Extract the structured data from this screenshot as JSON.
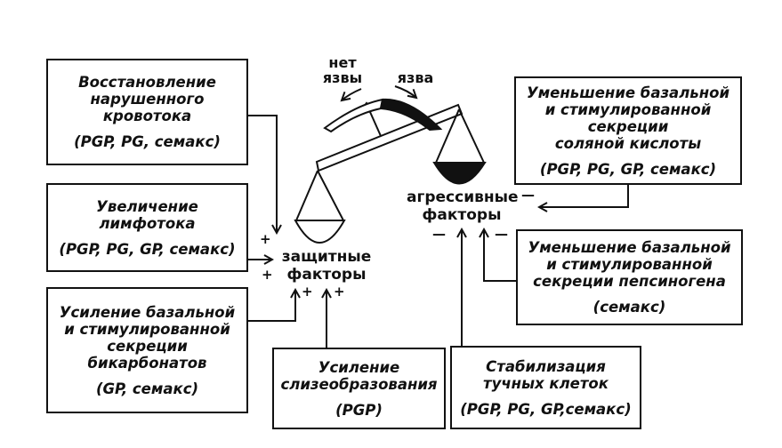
{
  "scale": {
    "left_label": [
      "нет",
      "язвы"
    ],
    "right_label": "язва"
  },
  "centers": {
    "defensive": [
      "защитные",
      "факторы"
    ],
    "aggressive": [
      "агрессивные",
      "факторы"
    ]
  },
  "signs": {
    "plus": "+",
    "minus": "—"
  },
  "boxes": {
    "blood_flow": {
      "lines": [
        "Восстановление",
        "нарушенного",
        "кровотока"
      ],
      "refs": "(PGP, PG, семакс)",
      "effect": "+"
    },
    "lymph_flow": {
      "lines": [
        "Увеличение",
        "лимфотока"
      ],
      "refs": "(PGP, PG, GP, семакс)",
      "effect": "+"
    },
    "bicarbonate": {
      "lines": [
        "Усиление базальной",
        "и стимулированной",
        "секреции",
        "бикарбонатов"
      ],
      "refs": "(GP, семакс)",
      "effect": "+"
    },
    "mucus": {
      "lines": [
        "Усиление",
        "слизеобразования"
      ],
      "refs": "(PGP)",
      "effect": "+"
    },
    "mast_cells": {
      "lines": [
        "Стабилизация",
        "тучных клеток"
      ],
      "refs": "(PGP, PG, GP,семакс)",
      "effect": "—"
    },
    "hcl": {
      "lines": [
        "Уменьшение базальной",
        "и стимулированной",
        "секреции",
        "соляной кислоты"
      ],
      "refs": "(PGP, PG, GP, семакс)",
      "effect": "—"
    },
    "pepsinogen": {
      "lines": [
        "Уменьшение базальной",
        "и стимулированной",
        "секреции пепсиногена"
      ],
      "refs": "(семакс)",
      "effect": "—"
    }
  }
}
